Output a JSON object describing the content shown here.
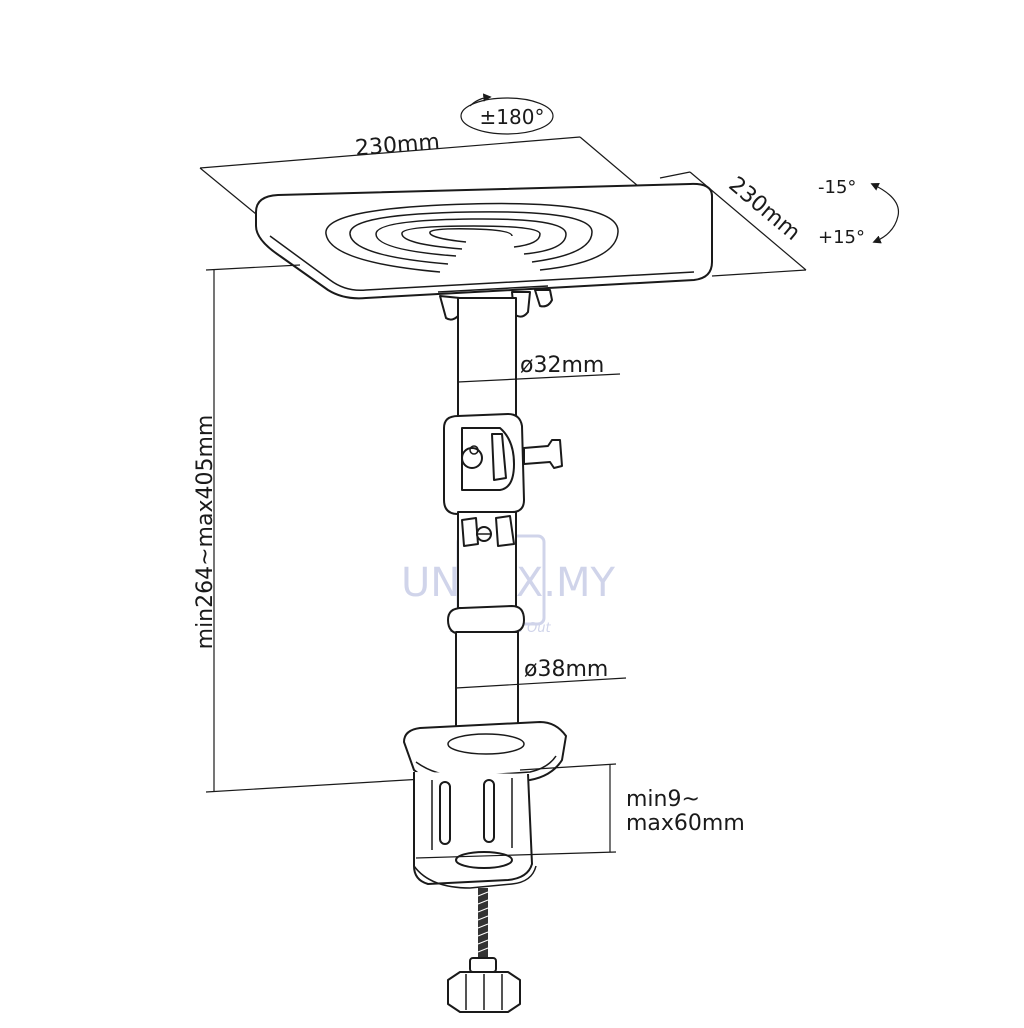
{
  "diagram": {
    "labels": {
      "rotation": "±180°",
      "width": "230mm",
      "depth": "230mm",
      "tilt_minus": "-15°",
      "tilt_plus": "+15°",
      "upper_pole_diameter": "ø32mm",
      "lower_pole_diameter": "ø38mm",
      "height_range": "min264~max405mm",
      "clamp_range_line1": "min9~",
      "clamp_range_line2": "max60mm"
    },
    "watermark": {
      "brand": "UNBOX.MY",
      "tagline": "Look Inside Out"
    },
    "colors": {
      "line": "#1a1a1a",
      "pole_fill": "#ffffff",
      "screw": "#333333",
      "watermark": "#c5cae6"
    }
  }
}
